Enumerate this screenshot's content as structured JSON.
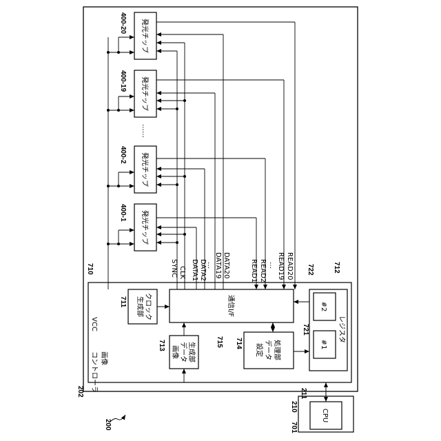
{
  "figure": {
    "system_ref": "200",
    "printer_ref": "202",
    "cpu_board_ref": "210",
    "bus_ref": "211",
    "controller_ref": "710",
    "cpu_ref": "701",
    "cpu_label": "CPU"
  },
  "controller": {
    "title_line1": "画像",
    "title_line2": "コントローラ",
    "vcc": "VCC",
    "clock_gen": {
      "ref": "711",
      "line1": "クロック",
      "line2": "生成部"
    },
    "comm_if": {
      "ref": "715",
      "label": "通信I/F"
    },
    "image_data_gen": {
      "ref": "713",
      "line1": "画像",
      "line2": "データ",
      "line3": "生成部"
    },
    "setting_data": {
      "ref": "714",
      "line1": "設定",
      "line2": "データ",
      "line3": "処理部"
    },
    "register": {
      "ref": "712",
      "label": "レジスタ"
    },
    "reg1": {
      "ref": "721",
      "label": "#1"
    },
    "reg2": {
      "ref": "722",
      "label": "#2"
    }
  },
  "signals": {
    "sync": "SYNC",
    "clk": "CLK",
    "data1": "DATA1",
    "data2": "DATA2",
    "data19": "DATA19",
    "data20": "DATA20",
    "read1": "READ1",
    "read2": "READ2",
    "read19": "READ19",
    "read20": "READ20",
    "dots_data": "…",
    "dots_read": "…"
  },
  "chips": {
    "label": "発光チップ",
    "refs": [
      "400-20",
      "400-19",
      "400-2",
      "400-1"
    ],
    "ellipsis": "……"
  }
}
